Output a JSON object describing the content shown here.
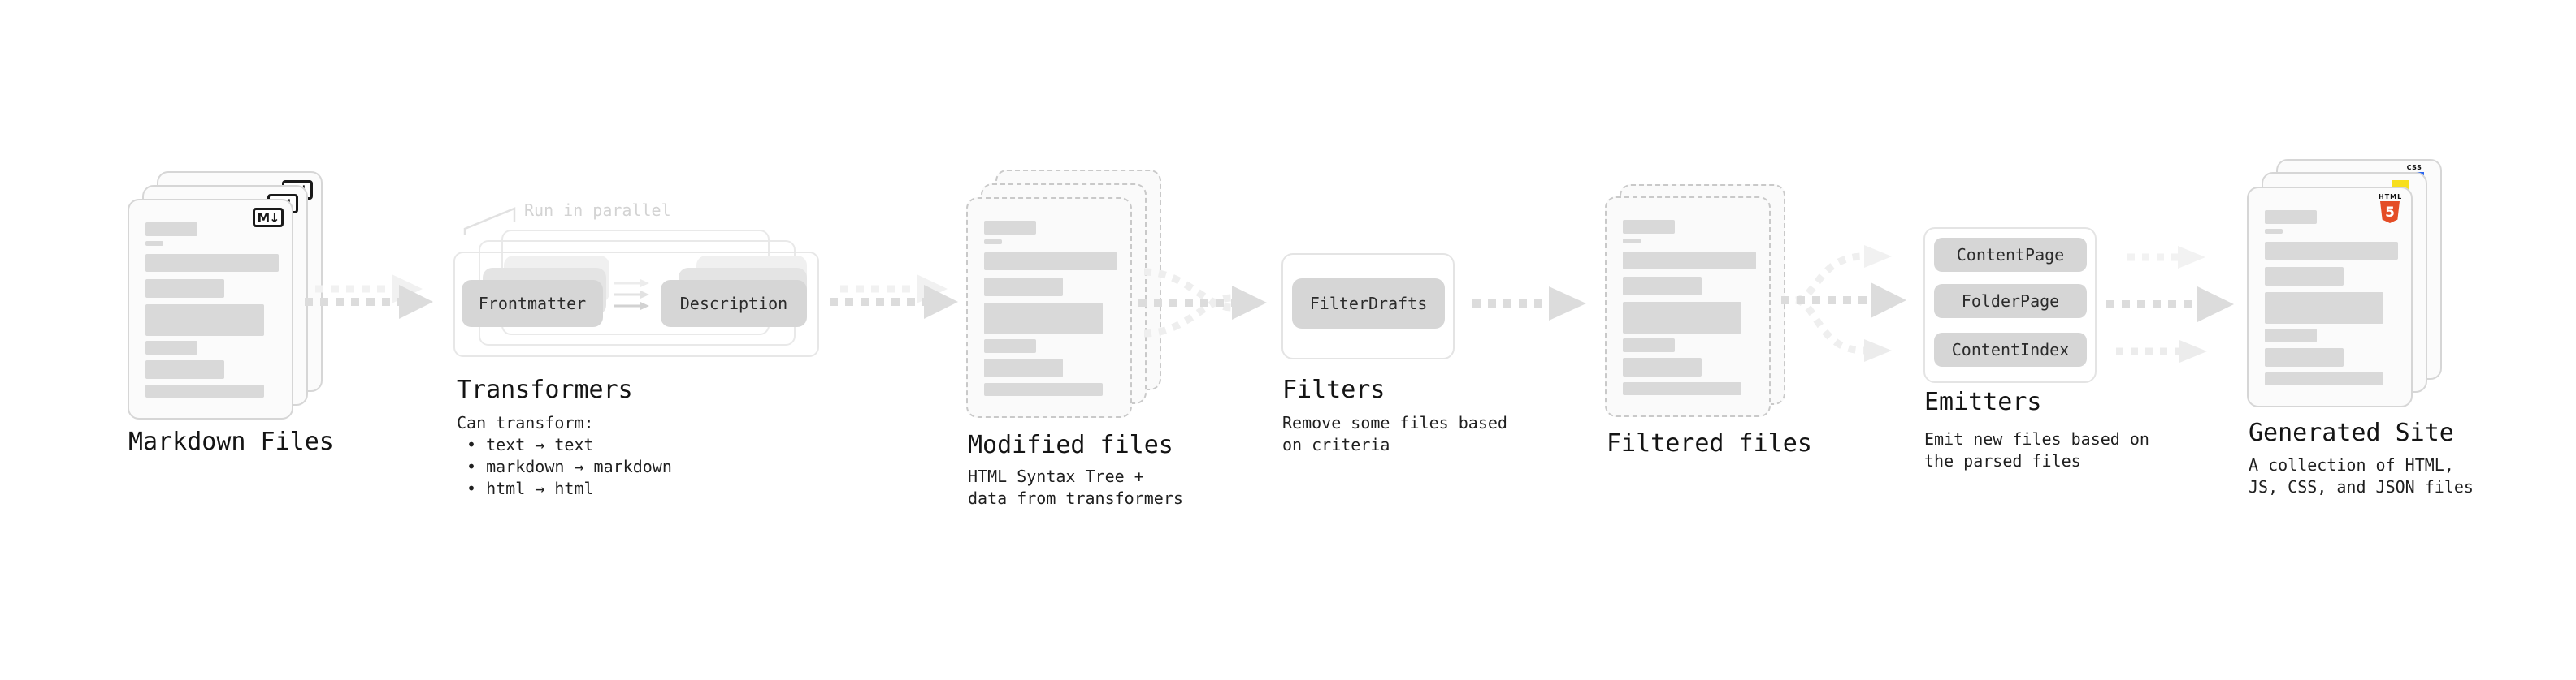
{
  "canvas": {
    "background": "#ffffff"
  },
  "colors": {
    "bar_gray": "#d9d9d9",
    "chip_gray": "#d6d6d6",
    "panel_border": "#e4e4e4",
    "arrow_main": "#dcdcdc",
    "arrow_ghost": "#f0f0f0",
    "text_dark": "#141414",
    "note_gray": "#d3d3d3",
    "html5_orange": "#e44d26",
    "js_yellow": "#f7df1e",
    "css_blue": "#2965f1"
  },
  "stages": {
    "markdown_files": {
      "label": "Markdown Files",
      "stack_count": 3,
      "icon_text": "M↓"
    },
    "transformers": {
      "label": "Transformers",
      "note": "Run in parallel",
      "buttons": {
        "frontmatter": "Frontmatter",
        "description": "Description"
      },
      "desc": [
        "Can transform:",
        "• text → text",
        "• markdown → markdown",
        "• html → html"
      ]
    },
    "modified_files": {
      "label": "Modified files",
      "stack_count": 3,
      "desc": [
        "HTML Syntax Tree +",
        "data from transformers"
      ]
    },
    "filters": {
      "label": "Filters",
      "buttons": {
        "filter_drafts": "FilterDrafts"
      },
      "desc": [
        "Remove some files based",
        "on criteria"
      ]
    },
    "filtered_files": {
      "label": "Filtered files",
      "stack_count": 2
    },
    "emitters": {
      "label": "Emitters",
      "buttons": {
        "content_page": "ContentPage",
        "folder_page": "FolderPage",
        "content_index": "ContentIndex"
      },
      "desc": [
        "Emit new files based on",
        "the parsed files"
      ]
    },
    "generated_site": {
      "label": "Generated Site",
      "stack_count": 3,
      "desc": [
        "A collection of HTML,",
        "JS, CSS, and JSON files"
      ],
      "icons": {
        "html_label": "HTML",
        "html_number": "5",
        "css_label": "CSS"
      }
    }
  }
}
